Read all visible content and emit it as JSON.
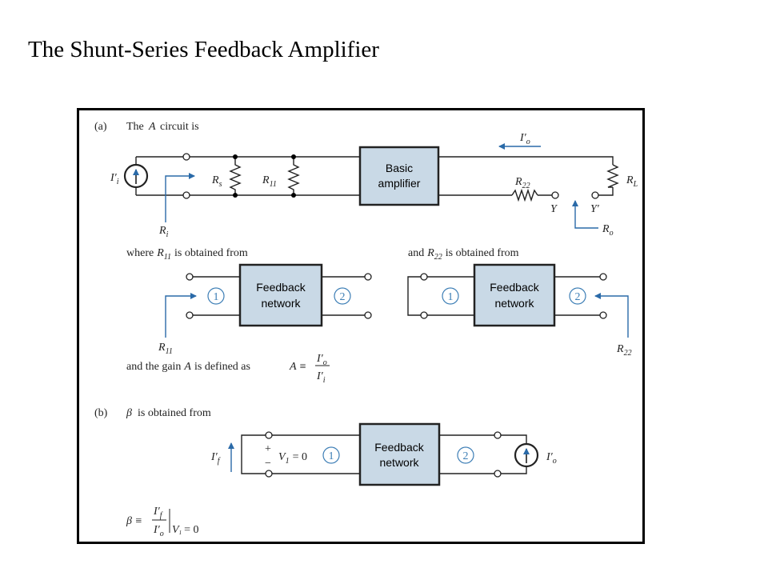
{
  "title": "The Shunt-Series Feedback Amplifier",
  "part_a": {
    "tag": "(a)",
    "text_pre": "The",
    "text_var": "A",
    "text_post": "circuit is",
    "src_label": "I",
    "src_prime": "′",
    "src_sub": "i",
    "rs_label": "R",
    "rs_sub": "s",
    "r11_label": "R",
    "r11_sub": "11",
    "basic_line1": "Basic",
    "basic_line2": "amplifier",
    "io_label": "I",
    "io_prime": "′",
    "io_sub": "o",
    "r22_label": "R",
    "r22_sub": "22",
    "rl_label": "R",
    "rl_sub": "L",
    "y_label": "Y",
    "yp_label": "Y′",
    "ri_label": "R",
    "ri_sub": "i",
    "ro_label": "R",
    "ro_sub": "o"
  },
  "where_r11": {
    "text_pre": "where",
    "var": "R",
    "sub": "11",
    "text_post": "is obtained from",
    "fb_line1": "Feedback",
    "fb_line2": "network",
    "port1": "1",
    "port2": "2",
    "arrow_label": "R",
    "arrow_sub": "11"
  },
  "and_r22": {
    "text_pre": "and",
    "var": "R",
    "sub": "22",
    "text_post": "is obtained from",
    "fb_line1": "Feedback",
    "fb_line2": "network",
    "port1": "1",
    "port2": "2",
    "arrow_label": "R",
    "arrow_sub": "22"
  },
  "gain": {
    "text": "and the gain",
    "var": "A",
    "text_post": "is defined as",
    "eq_lhs": "A ≡",
    "num": "I′",
    "num_sub": "o",
    "den": "I′",
    "den_sub": "i"
  },
  "part_b": {
    "tag": "(b)",
    "beta": "β",
    "text_post": "is obtained from",
    "if_label": "I",
    "if_prime": "′",
    "if_sub": "f",
    "plus": "+",
    "minus": "−",
    "v1_eq": "= 0",
    "v1_label": "V",
    "v1_sub": "1",
    "port1": "1",
    "port2": "2",
    "fb_line1": "Feedback",
    "fb_line2": "network",
    "io_label": "I",
    "io_prime": "′",
    "io_sub": "o",
    "beta_eq": "β ≡",
    "beta_num": "I′",
    "beta_num_sub": "f",
    "beta_den": "I′",
    "beta_den_sub": "o",
    "cond": "V",
    "cond_sub": "1",
    "cond_eq": "= 0"
  }
}
